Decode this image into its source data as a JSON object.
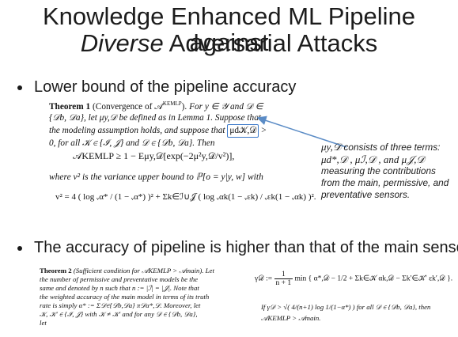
{
  "title": {
    "line1": "Knowledge Enhanced ML Pipeline against",
    "line2_em": "Diverse",
    "line2_rest": " Adversarial Attacks"
  },
  "bullet1": "Lower bound of the pipeline accuracy",
  "bullet2": "The accuracy of pipeline is higher than that of the main sensor",
  "theorem1": {
    "head": "Theorem 1",
    "head_paren": "(Convergence of 𝒜",
    "head_sup": "KEMLP",
    "head_close": ").",
    "line1_rest": "For y ∈ 𝒴 and 𝒟 ∈",
    "line2": "{𝒟b, 𝒟a}, let μy,𝒟 be defined as in Lemma 1. Suppose that",
    "line3_pre": "the modeling assumption holds, and suppose that",
    "line3_box": "μd𝒦,𝒟",
    "line3_post": ">",
    "line4": "0, for all 𝒦 ∈ {ℐ, 𝒥} and 𝒟 ∈ {𝒟b, 𝒟a}. Then",
    "bound": "𝒜KEMLP ≥ 1 − Eμy,𝒟[exp(−2μ²y,𝒟/v²)],",
    "where_line": "where v² is the variance upper bound to ℙ[o = y|y, w] with",
    "v_lhs": "v² = 4",
    "v_term1": "( log ᵥα* / (1 − ᵥα*) )²",
    "v_plus": "+ Σk∈ℐ∪𝒥",
    "v_term2": "( log ᵥαk(1 − ᵥεk) / ᵥεk(1 − ᵥαk) )²."
  },
  "note": {
    "line1_math": "μy,𝒟",
    "line1_text": " consists of three terms:",
    "line2_math": "μd*,𝒟 ,  μℐ,𝒟 , and μ𝒥,𝒟",
    "line3": "measuring the contributions",
    "line4": "from the main, permissive, and",
    "line5": "preventative sensors."
  },
  "theorem2": {
    "head": "Theorem 2",
    "head_rest": "(Sufficient condition for 𝒜KEMLP > 𝒜main). Let",
    "line2": "the number of permissive and preventative models be the",
    "line3": "same and denoted by n such that n := |ℐ| = |𝒥|. Note that",
    "line4": "the weighted accuracy of the main model in terms of its truth",
    "line5": "rate is simply α* := Σ𝒟∈{𝒟b,𝒟a} π𝒟α*,𝒟. Moreover, let",
    "line6": "𝒦, 𝒦′ ∈ {ℐ, 𝒥} with 𝒦 ≠ 𝒦′ and for any 𝒟 ∈ {𝒟b, 𝒟a},",
    "line7": "let"
  },
  "gamma_def": {
    "lhs": "γ𝒟 :=",
    "frac_n": "1",
    "frac_d": "n + 1",
    "rest": "min { α*,𝒟 − 1/2 + Σk∈𝒦 αk,𝒟 − Σk′∈𝒦′ εk′,𝒟 }."
  },
  "condition": {
    "pre": "If γ𝒟 > √( 4/(n+1) log 1/(1−α*) )",
    "post": "for all 𝒟 ∈ {𝒟b, 𝒟a}, then",
    "line2": "𝒜KEMLP > 𝒜main."
  },
  "colors": {
    "highlight_box": "#3a78c9",
    "arrow": "#5b8cc6",
    "text": "#111111"
  }
}
